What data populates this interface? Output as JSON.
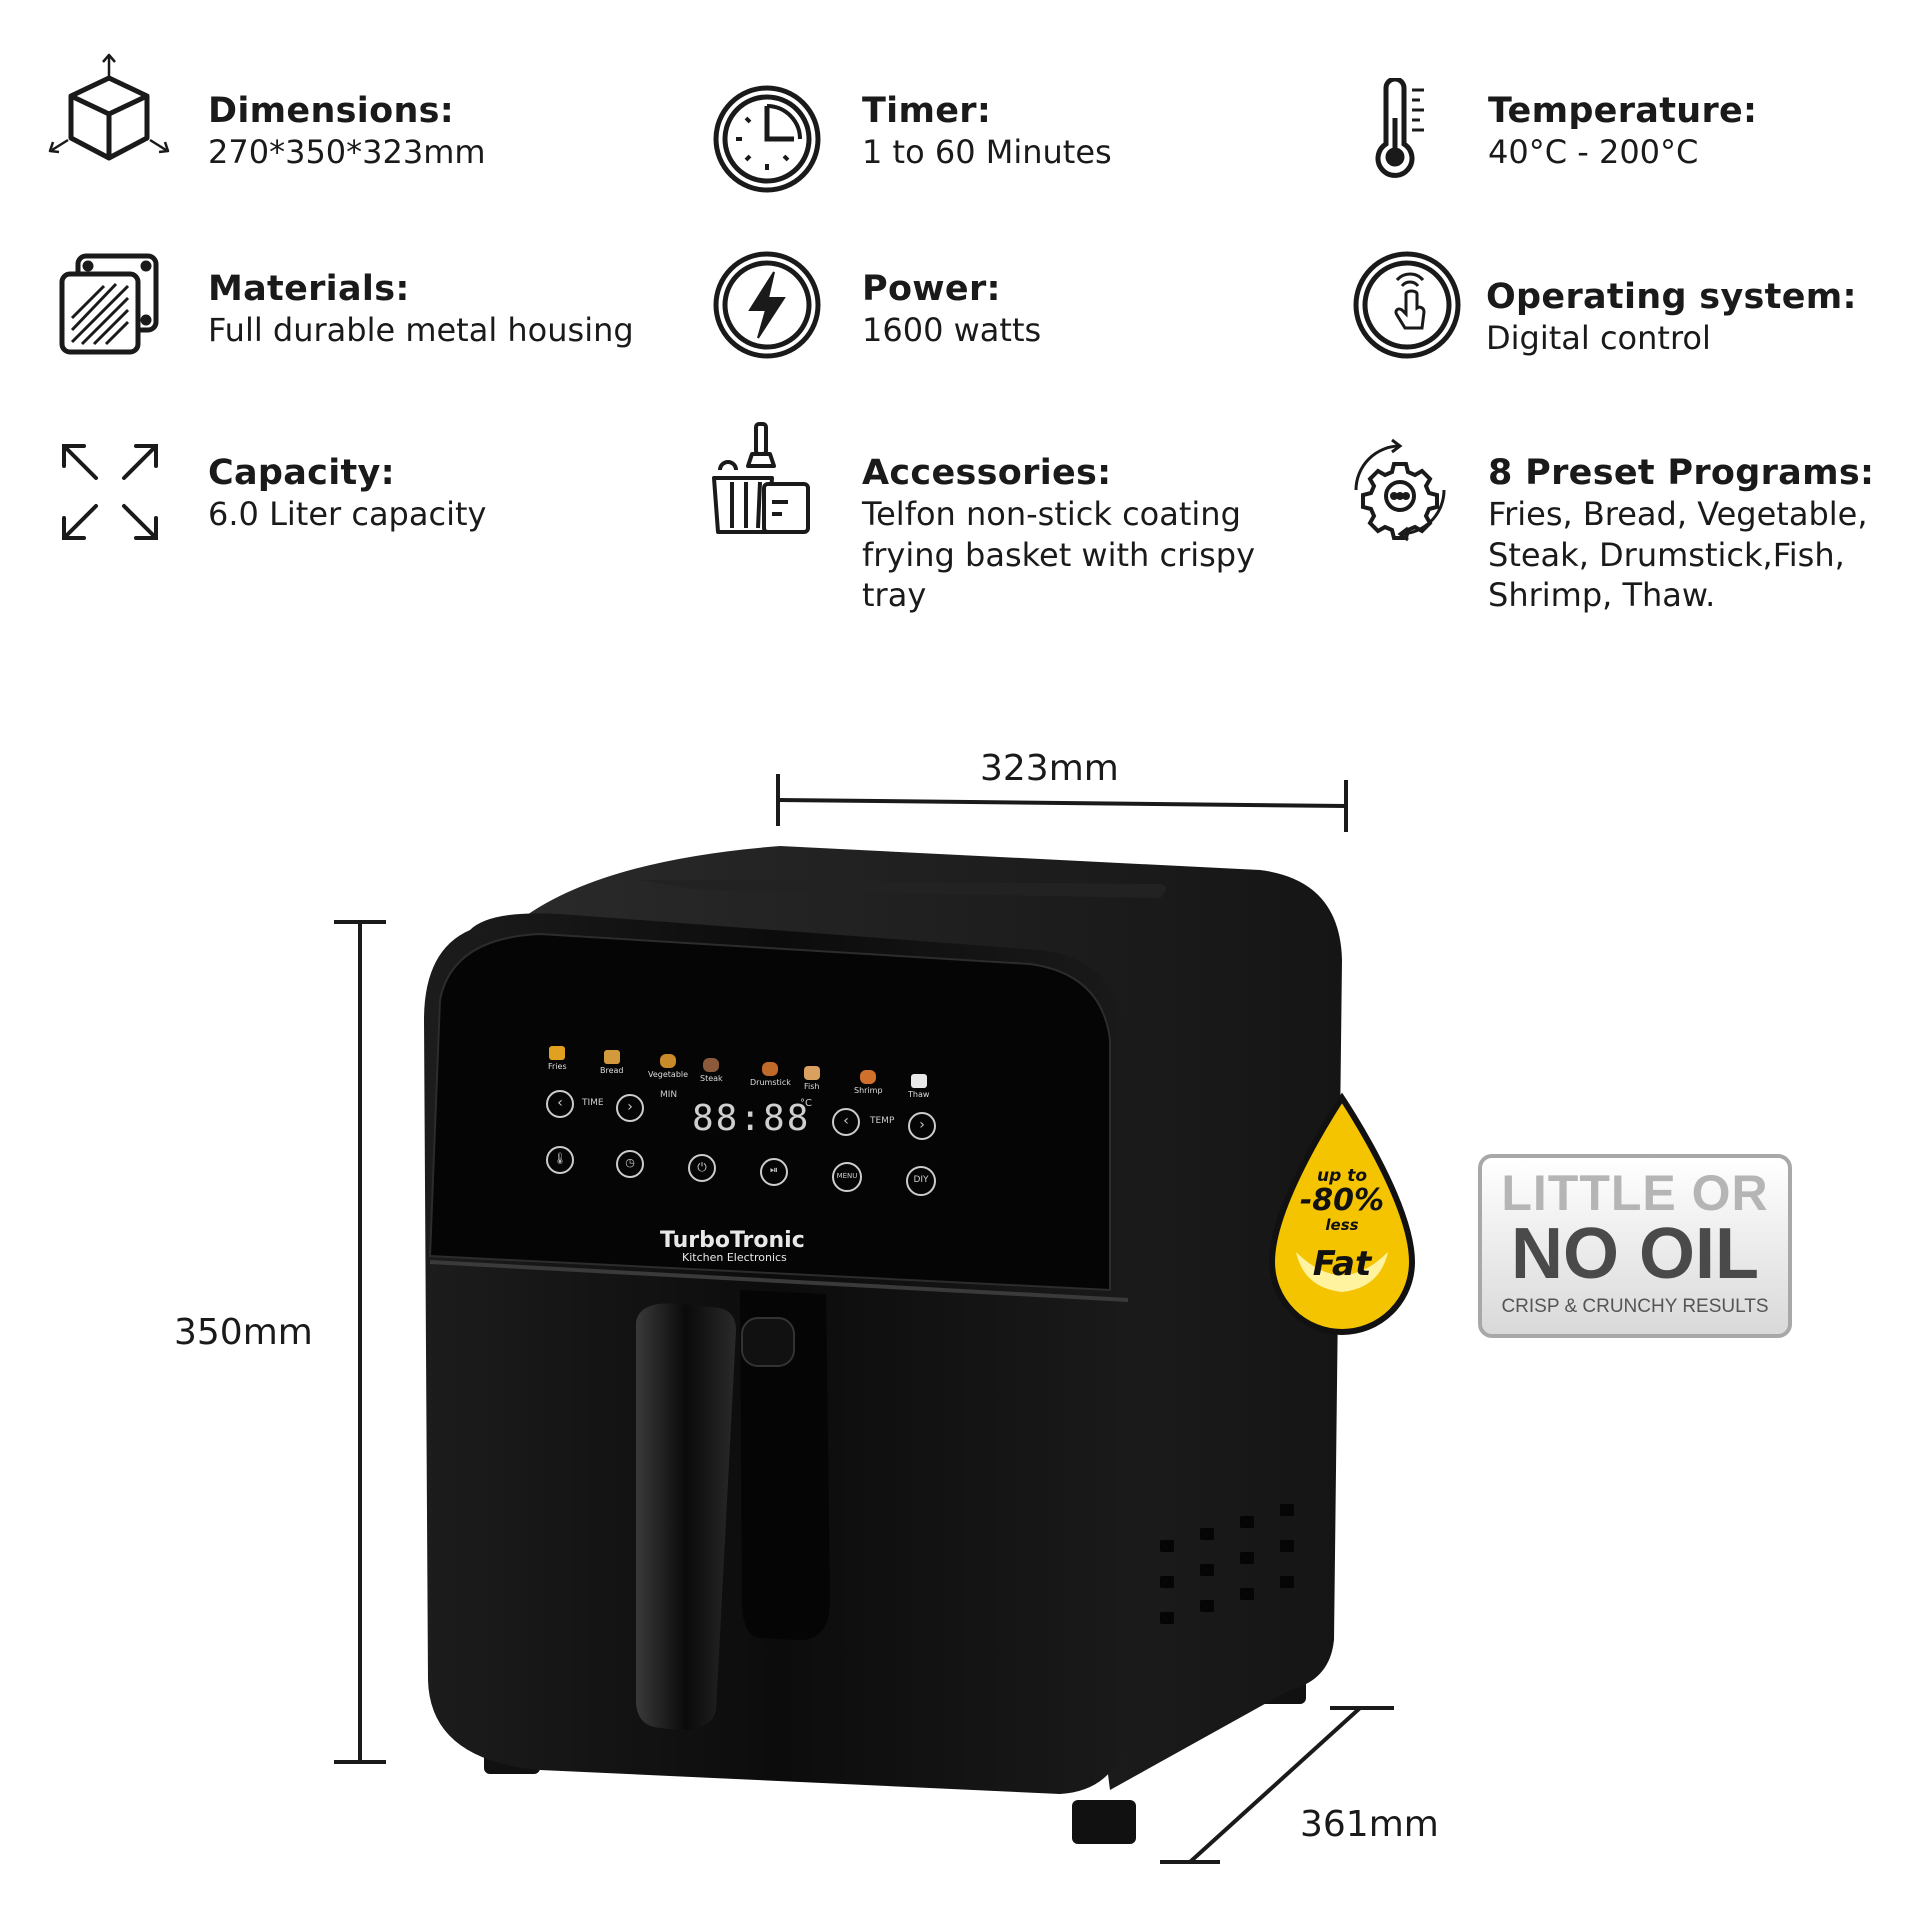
{
  "specs": {
    "dimensions": {
      "title": "Dimensions:",
      "value": "270*350*323mm"
    },
    "timer": {
      "title": "Timer:",
      "value": "1 to 60 Minutes"
    },
    "temperature": {
      "title": "Temperature:",
      "value": "40°C - 200°C"
    },
    "materials": {
      "title": "Materials:",
      "value": "Full durable metal housing"
    },
    "power": {
      "title": "Power:",
      "value": "1600 watts"
    },
    "operating": {
      "title": "Operating system:",
      "value": "Digital control"
    },
    "capacity": {
      "title": "Capacity:",
      "value": "6.0 Liter capacity"
    },
    "accessories": {
      "title": "Accessories:",
      "lines": [
        "Telfon non-stick coating",
        "frying basket with crispy",
        "tray"
      ]
    },
    "programs": {
      "title": "8 Preset Programs:",
      "lines": [
        "Fries, Bread, Vegetable,",
        "Steak, Drumstick,Fish,",
        "Shrimp, Thaw."
      ]
    }
  },
  "measurements": {
    "width": "323mm",
    "height": "350mm",
    "depth": "361mm"
  },
  "panel": {
    "presets": [
      "Fries",
      "Bread",
      "Vegetable",
      "Steak",
      "Drumstick",
      "Fish",
      "Shrimp",
      "Thaw"
    ],
    "display": "88:88",
    "min_label": "MIN",
    "celsius_label": "°C",
    "time_label": "TIME",
    "temp_label": "TEMP",
    "menu_label": "MENU",
    "diy_label": "DIY"
  },
  "brand": {
    "name": "TurboTronic",
    "tagline": "Kitchen Electronics"
  },
  "fat_badge": {
    "line1": "up to",
    "line2": "-80%",
    "line3": "less",
    "line4": "Fat"
  },
  "oil_badge": {
    "line1": "LITTLE OR",
    "line2": "NO OIL",
    "line3": "CRISP & CRUNCHY RESULTS"
  },
  "colors": {
    "accent_yellow": "#f5c400",
    "product_black": "#111111",
    "badge_gray": "#a8a8a8"
  }
}
